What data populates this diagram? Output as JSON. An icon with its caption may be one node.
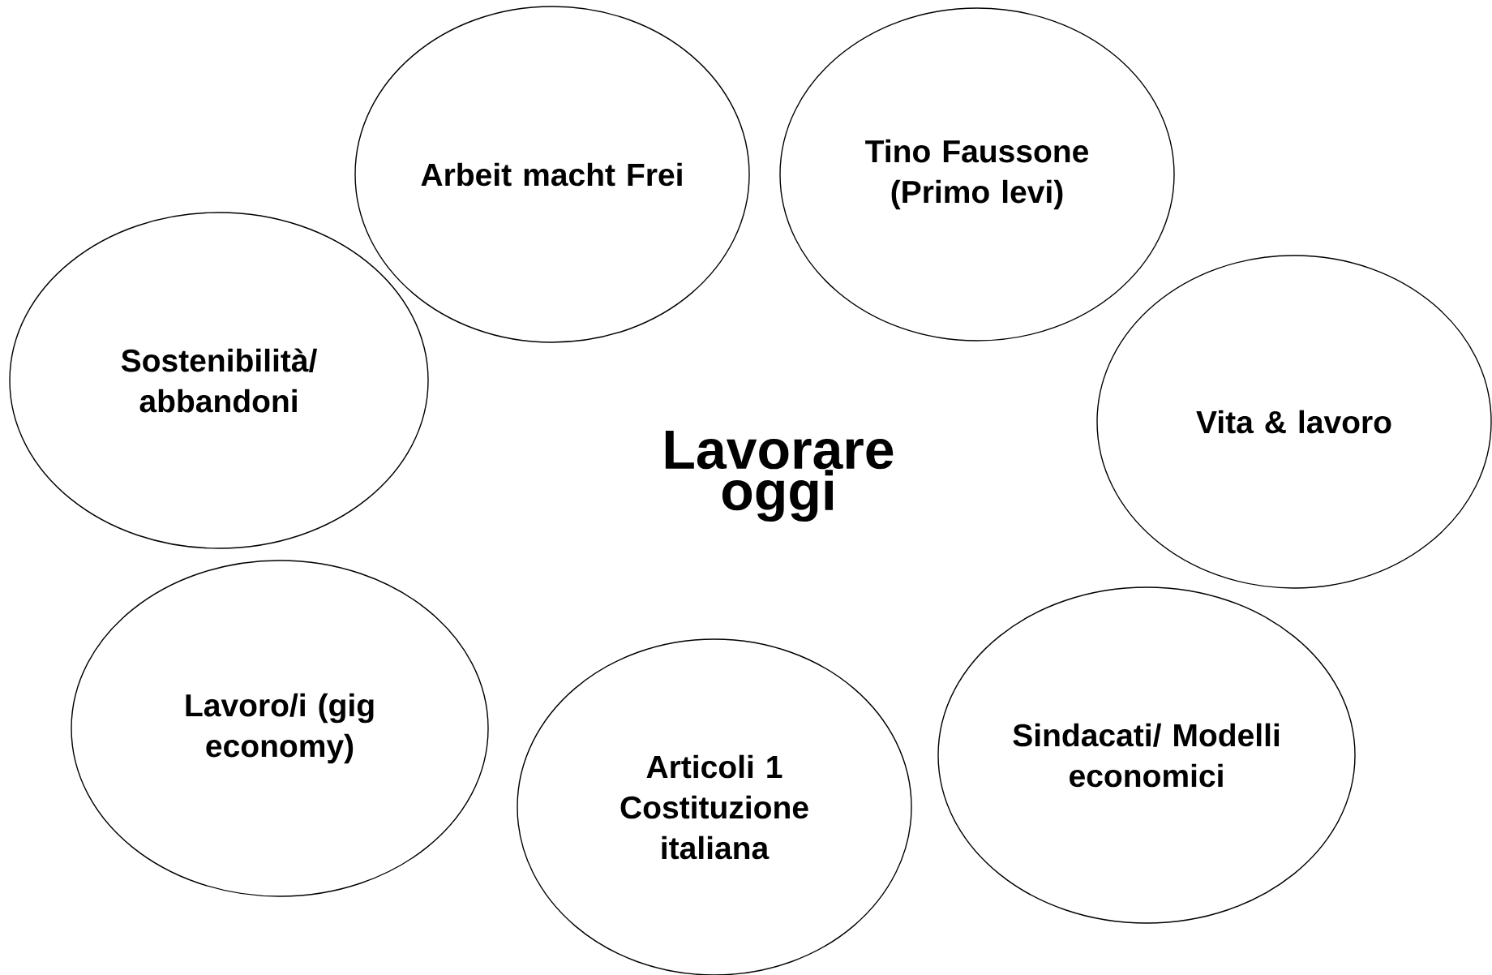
{
  "diagram": {
    "nodes": [
      {
        "text": [
          "Arbeit macht Frei"
        ]
      },
      {
        "text": [
          "Tino Faussone (Primo levi)"
        ]
      },
      {
        "text": [
          "Sostenibilità/ abbandoni"
        ]
      },
      {
        "text": [
          "Vita & lavoro"
        ]
      },
      {
        "text": [
          "Lavoro/i (gig economy)"
        ]
      },
      {
        "text": [
          "Sindacati/ Modelli economici"
        ]
      },
      {
        "text": [
          "Articoli 1 Costituzione italiana"
        ]
      }
    ],
    "labels": [
      "Lavorare oggi"
    ]
  }
}
